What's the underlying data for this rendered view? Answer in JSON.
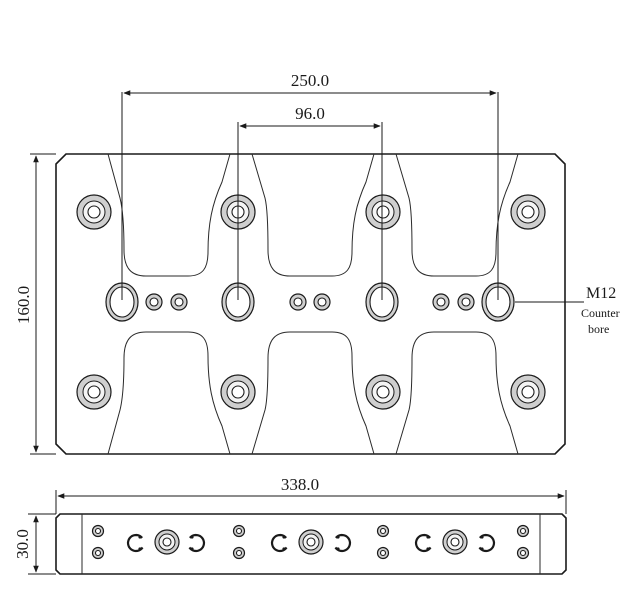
{
  "drawing": {
    "dimensions": {
      "width_top": "250.0",
      "width_inner": "96.0",
      "height": "160.0",
      "overall_length": "338.0",
      "thickness": "30.0"
    },
    "callout": {
      "thread": "M12",
      "line2": "Counter",
      "line3": "bore"
    }
  }
}
